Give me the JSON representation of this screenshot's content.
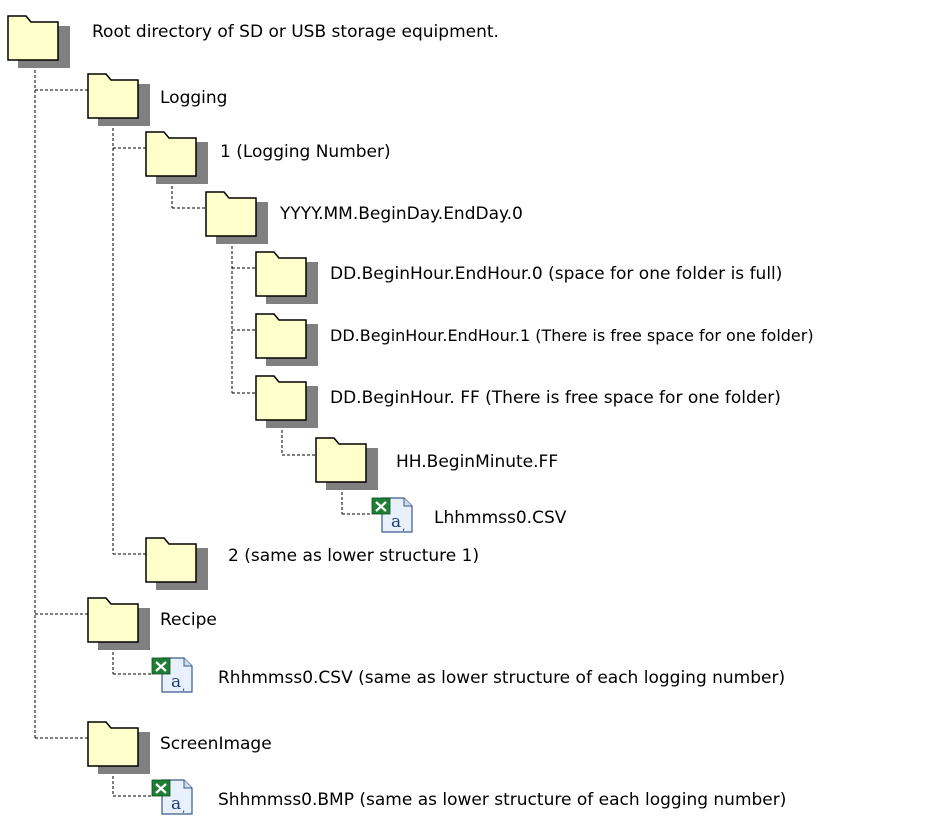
{
  "colors": {
    "folder_fill": "#ffffcc",
    "folder_shadow": "#808080",
    "connector": "#000000",
    "file_badge": "#1e7e34",
    "file_page": "#e8f0fb"
  },
  "tree": {
    "root_label": "Root directory of SD or USB storage equipment.",
    "logging": {
      "label": "Logging",
      "number_1": {
        "label": "1 (Logging Number)",
        "date_folder": {
          "label": "YYYY.MM.BeginDay.EndDay.0",
          "hour_folder_0": "DD.BeginHour.EndHour.0 (space for one folder is full)",
          "hour_folder_1": "DD.BeginHour.EndHour.1 (There is free space for one folder)",
          "hour_folder_ff": {
            "label": "DD.BeginHour. FF (There is free space for one folder)",
            "minute_folder": {
              "label": "HH.BeginMinute.FF",
              "file": "Lhhmmss0.CSV"
            }
          }
        }
      },
      "number_2": "2  (same as lower structure 1)"
    },
    "recipe": {
      "label": "Recipe",
      "file": "Rhhmmss0.CSV  (same as lower structure of each logging number)"
    },
    "screen_image": {
      "label": "ScreenImage",
      "file": "Shhmmss0.BMP (same as lower structure of each logging number)"
    }
  }
}
